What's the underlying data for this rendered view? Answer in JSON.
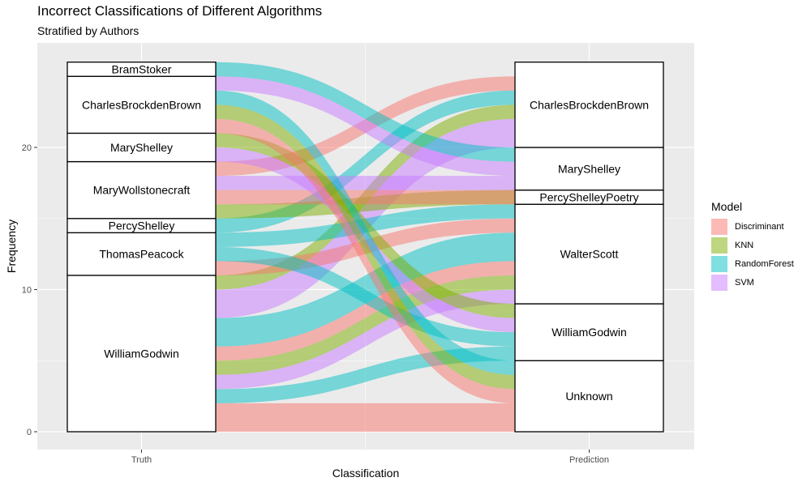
{
  "chart_data": {
    "type": "alluvial",
    "title": "Incorrect Classifications of Different Algorithms",
    "subtitle": "Stratified by Authors",
    "xlabel": "Classification",
    "ylabel": "Frequency",
    "axes": [
      "Truth",
      "Prediction"
    ],
    "ylim": [
      -1,
      27
    ],
    "yticks": [
      0,
      10,
      20
    ],
    "legend": {
      "title": "Model",
      "position": "right",
      "entries": [
        {
          "name": "Discriminant",
          "color": "#F8766D"
        },
        {
          "name": "KNN",
          "color": "#7CAE00"
        },
        {
          "name": "RandomForest",
          "color": "#00BFC4"
        },
        {
          "name": "SVM",
          "color": "#C77CFF"
        }
      ]
    },
    "truth_strata": [
      {
        "label": "WilliamGodwin",
        "count": 11
      },
      {
        "label": "ThomasPeacock",
        "count": 3
      },
      {
        "label": "PercyShelley",
        "count": 1
      },
      {
        "label": "MaryWollstonecraft",
        "count": 4
      },
      {
        "label": "MaryShelley",
        "count": 2
      },
      {
        "label": "CharlesBrockdenBrown",
        "count": 4
      },
      {
        "label": "BramStoker",
        "count": 1
      }
    ],
    "prediction_strata": [
      {
        "label": "Unknown",
        "count": 5
      },
      {
        "label": "WilliamGodwin",
        "count": 4
      },
      {
        "label": "WalterScott",
        "count": 7
      },
      {
        "label": "PercyShelleyPoetry",
        "count": 1
      },
      {
        "label": "MaryShelley",
        "count": 3
      },
      {
        "label": "CharlesBrockdenBrown",
        "count": 6
      }
    ],
    "flows": [
      {
        "truth": "WilliamGodwin",
        "prediction": "Unknown",
        "model": "Discriminant",
        "count": 2
      },
      {
        "truth": "WilliamGodwin",
        "prediction": "WilliamGodwin",
        "model": "RandomForest",
        "count": 1
      },
      {
        "truth": "WilliamGodwin",
        "prediction": "WalterScott",
        "model": "SVM",
        "count": 1
      },
      {
        "truth": "WilliamGodwin",
        "prediction": "WalterScott",
        "model": "KNN",
        "count": 1
      },
      {
        "truth": "WilliamGodwin",
        "prediction": "WalterScott",
        "model": "Discriminant",
        "count": 1
      },
      {
        "truth": "WilliamGodwin",
        "prediction": "WalterScott",
        "model": "RandomForest",
        "count": 2
      },
      {
        "truth": "WilliamGodwin",
        "prediction": "CharlesBrockdenBrown",
        "model": "SVM",
        "count": 2
      },
      {
        "truth": "WilliamGodwin",
        "prediction": "CharlesBrockdenBrown",
        "model": "KNN",
        "count": 1
      },
      {
        "truth": "ThomasPeacock",
        "prediction": "WalterScott",
        "model": "Discriminant",
        "count": 1
      },
      {
        "truth": "ThomasPeacock",
        "prediction": "WilliamGodwin",
        "model": "RandomForest",
        "count": 1
      },
      {
        "truth": "ThomasPeacock",
        "prediction": "WalterScott",
        "model": "RandomForest",
        "count": 1
      },
      {
        "truth": "PercyShelley",
        "prediction": "CharlesBrockdenBrown",
        "model": "RandomForest",
        "count": 1
      },
      {
        "truth": "MaryWollstonecraft",
        "prediction": "WalterScott",
        "model": "KNN",
        "count": 1
      },
      {
        "truth": "MaryWollstonecraft",
        "prediction": "PercyShelleyPoetry",
        "model": "Discriminant",
        "count": 1
      },
      {
        "truth": "MaryWollstonecraft",
        "prediction": "MaryShelley",
        "model": "SVM",
        "count": 1
      },
      {
        "truth": "MaryWollstonecraft",
        "prediction": "CharlesBrockdenBrown",
        "model": "Discriminant",
        "count": 1
      },
      {
        "truth": "MaryShelley",
        "prediction": "WilliamGodwin",
        "model": "SVM",
        "count": 1
      },
      {
        "truth": "MaryShelley",
        "prediction": "WilliamGodwin",
        "model": "KNN",
        "count": 1
      },
      {
        "truth": "CharlesBrockdenBrown",
        "prediction": "Unknown",
        "model": "Discriminant",
        "count": 1
      },
      {
        "truth": "CharlesBrockdenBrown",
        "prediction": "Unknown",
        "model": "KNN",
        "count": 1
      },
      {
        "truth": "CharlesBrockdenBrown",
        "prediction": "Unknown",
        "model": "RandomForest",
        "count": 1
      },
      {
        "truth": "CharlesBrockdenBrown",
        "prediction": "MaryShelley",
        "model": "SVM",
        "count": 1
      },
      {
        "truth": "BramStoker",
        "prediction": "MaryShelley",
        "model": "RandomForest",
        "count": 1
      }
    ]
  }
}
